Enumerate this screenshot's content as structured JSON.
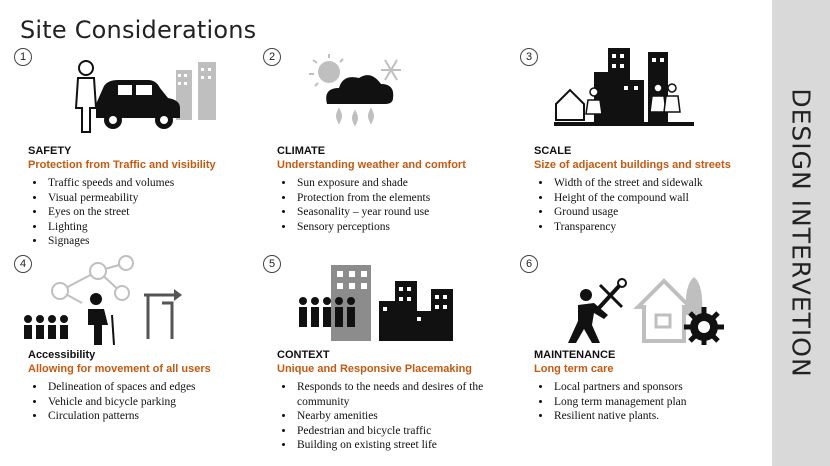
{
  "title": "Site Considerations",
  "sidebar_label": "DESIGN INTERVETION",
  "cards": [
    {
      "number": "1",
      "heading": "SAFETY",
      "subheading": "Protection from Traffic and visibility",
      "bullets": [
        "Traffic speeds and volumes",
        "Visual permeability",
        "Eyes on the street",
        "Lighting",
        "Signages"
      ]
    },
    {
      "number": "2",
      "heading": "CLIMATE",
      "subheading": "Understanding weather and comfort",
      "bullets": [
        "Sun exposure and shade",
        "Protection from the elements",
        "Seasonality – year round use",
        "Sensory perceptions"
      ]
    },
    {
      "number": "3",
      "heading": "SCALE",
      "subheading": "Size of adjacent buildings and streets",
      "bullets": [
        "Width of the street and sidewalk",
        "Height of the compound wall",
        "Ground usage",
        "Transparency"
      ]
    },
    {
      "number": "4",
      "heading": "Accessibility",
      "subheading": "Allowing for movement of all users",
      "bullets": [
        "Delineation of spaces and edges",
        "Vehicle and bicycle parking",
        "Circulation patterns"
      ]
    },
    {
      "number": "5",
      "heading": "CONTEXT",
      "subheading": "Unique and Responsive Placemaking",
      "bullets": [
        "Responds to the needs and desires of the community",
        "Nearby amenities",
        "Pedestrian and bicycle traffic",
        "Building on existing street life"
      ]
    },
    {
      "number": "6",
      "heading": "MAINTENANCE",
      "subheading": "Long term care",
      "bullets": [
        "Local partners and sponsors",
        "Long term management plan",
        "Resilient native plants."
      ]
    }
  ]
}
